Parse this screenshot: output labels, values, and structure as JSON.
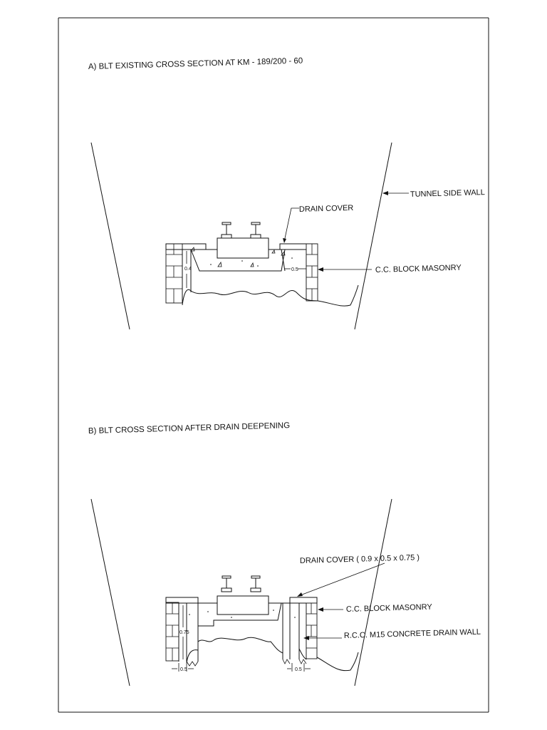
{
  "section_a": {
    "title": "A)  BLT EXISTING CROSS SECTION AT KM - 189/200 - 60",
    "labels": {
      "drain_cover": "DRAIN COVER",
      "tunnel_side_wall": "TUNNEL SIDE WALL",
      "cc_block_masonry": "C.C. BLOCK MASONRY"
    },
    "dims": {
      "left_height": "0.4",
      "right_width": "0.5"
    }
  },
  "section_b": {
    "title": "B)  BLT CROSS SECTION AFTER DRAIN DEEPENING",
    "labels": {
      "drain_cover": "DRAIN COVER  ( 0.9 x 0.5 x 0.75 )",
      "cc_block_masonry": "C.C. BLOCK MASONRY",
      "rcc_drain_wall": "R.C.C. M15 CONCRETE DRAIN WALL"
    },
    "dims": {
      "left_height": "0.75",
      "left_width": "0.5",
      "right_width": "0.5"
    }
  }
}
